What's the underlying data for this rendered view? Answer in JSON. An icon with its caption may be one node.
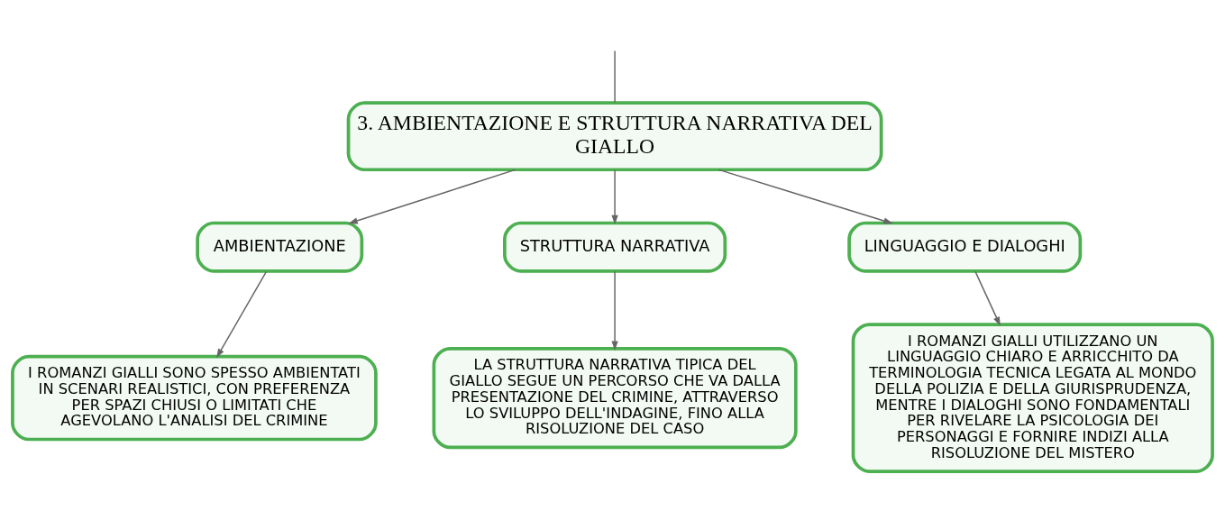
{
  "diagram": {
    "nodes": [
      {
        "text": [
          "3. AMBIENTAZIONE E STRUTTURA NARRATIVA DEL GIALLO"
        ]
      },
      {
        "text": [
          "AMBIENTAZIONE"
        ]
      },
      {
        "text": [
          "STRUTTURA NARRATIVA"
        ]
      },
      {
        "text": [
          "LINGUAGGIO E DIALOGHI"
        ]
      },
      {
        "text": [
          "I ROMANZI GIALLI SONO SPESSO AMBIENTATI IN SCENARI REALISTICI, CON PREFERENZA PER SPAZI CHIUSI O LIMITATI CHE AGEVOLANO L'ANALISI DEL CRIMINE"
        ]
      },
      {
        "text": [
          "LA STRUTTURA NARRATIVA TIPICA DEL GIALLO SEGUE UN PERCORSO CHE VA DALLA PRESENTAZIONE DEL CRIMINE, ATTRAVERSO LO SVILUPPO DELL'INDAGINE, FINO ALLA RISOLUZIONE DEL CASO"
        ]
      },
      {
        "text": [
          "I ROMANZI GIALLI UTILIZZANO UN LINGUAGGIO CHIARO E ARRICCHITO DA TERMINOLOGIA TECNICA LEGATA AL MONDO DELLA POLIZIA E DELLA GIURISPRUDENZA, MENTRE I DIALOGHI SONO FONDAMENTALI PER RIVELARE LA PSICOLOGIA DEI PERSONAGGI E FORNIRE INDIZI ALLA RISOLUZIONE DEL MISTERO"
        ]
      }
    ],
    "edges": [
      {
        "from": null,
        "to": 0,
        "arrow": "none"
      },
      {
        "from": 0,
        "to": 1,
        "arrow": "to"
      },
      {
        "from": 0,
        "to": 2,
        "arrow": "to"
      },
      {
        "from": 0,
        "to": 3,
        "arrow": "to"
      },
      {
        "from": 1,
        "to": 4,
        "arrow": "to"
      },
      {
        "from": 2,
        "to": 5,
        "arrow": "to"
      },
      {
        "from": 3,
        "to": 6,
        "arrow": "to"
      }
    ]
  }
}
